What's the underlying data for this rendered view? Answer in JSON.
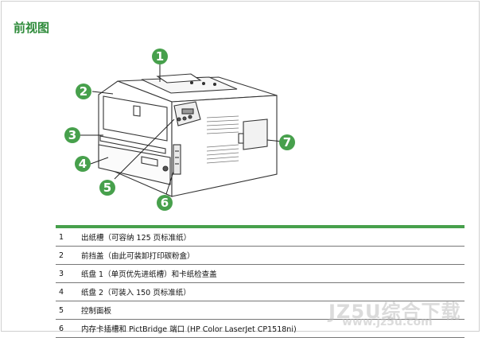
{
  "page_title": "前视图",
  "callouts": [
    "1",
    "2",
    "3",
    "4",
    "5",
    "6",
    "7"
  ],
  "legend": [
    {
      "num": "1",
      "text": "出纸槽（可容纳 125 页标准纸）"
    },
    {
      "num": "2",
      "text": "前挡盖（由此可装卸打印碳粉盒）"
    },
    {
      "num": "3",
      "text": "纸盘 1（单页优先进纸槽）和卡纸检查盖"
    },
    {
      "num": "4",
      "text": "纸盘 2（可装入 150 页标准纸）"
    },
    {
      "num": "5",
      "text": "控制面板"
    },
    {
      "num": "6",
      "text": "内存卡插槽和 PictBridge 端口 (HP Color LaserJet CP1518ni)"
    }
  ],
  "watermark": {
    "text": "JZ5U综合下载",
    "url": "www.jz5u.com"
  },
  "colors": {
    "accent": "#47a04c",
    "title": "#2e8b3a"
  }
}
